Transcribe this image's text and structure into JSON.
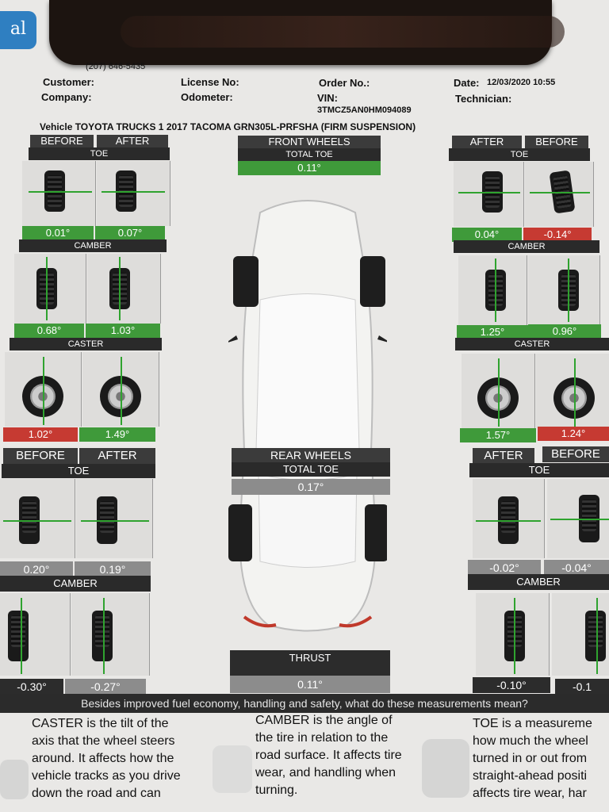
{
  "header": {
    "phone": "(207) 646-5435",
    "customer_label": "Customer:",
    "company_label": "Company:",
    "license_label": "License No:",
    "odometer_label": "Odometer:",
    "order_label": "Order No.:",
    "vin_label": "VIN:",
    "vin_value": "3TMCZ5AN0HM094089",
    "date_label": "Date:",
    "date_value": "12/03/2020 10:55",
    "technician_label": "Technician:",
    "vehicle": "Vehicle TOYOTA TRUCKS 1 2017 TACOMA GRN305L-PRFSHA (FIRM SUSPENSION)"
  },
  "front": {
    "title": "FRONT WHEELS",
    "total_toe_label": "TOTAL TOE",
    "total_toe": "0.11°",
    "left": {
      "before_label": "BEFORE",
      "after_label": "AFTER",
      "toe_label": "TOE",
      "toe_before": "0.01°",
      "toe_after": "0.07°",
      "camber_label": "CAMBER",
      "camber_before": "0.68°",
      "camber_after": "1.03°",
      "caster_label": "CASTER",
      "caster_before": "1.02°",
      "caster_after": "1.49°"
    },
    "right": {
      "after_label": "AFTER",
      "before_label": "BEFORE",
      "toe_label": "TOE",
      "toe_after": "0.04°",
      "toe_before": "-0.14°",
      "camber_label": "CAMBER",
      "camber_after": "1.25°",
      "camber_before": "0.96°",
      "caster_label": "CASTER",
      "caster_after": "1.57°",
      "caster_before": "1.24°"
    }
  },
  "rear": {
    "title": "REAR WHEELS",
    "total_toe_label": "TOTAL TOE",
    "total_toe": "0.17°",
    "thrust_label": "THRUST",
    "thrust": "0.11°",
    "left": {
      "before_label": "BEFORE",
      "after_label": "AFTER",
      "toe_label": "TOE",
      "toe_before": "0.20°",
      "toe_after": "0.19°",
      "camber_label": "CAMBER",
      "camber_before": "-0.30°",
      "camber_after": "-0.27°"
    },
    "right": {
      "after_label": "AFTER",
      "before_label": "BEFORE",
      "toe_label": "TOE",
      "toe_after": "-0.02°",
      "toe_before": "-0.04°",
      "camber_label": "CAMBER",
      "camber_after": "-0.10°",
      "camber_before": "-0.1"
    }
  },
  "footer": {
    "question": "Besides improved fuel economy, handling and safety, what do these measurements mean?",
    "caster": [
      "CASTER is the tilt of the",
      "axis that the wheel steers",
      "around. It affects how the",
      "vehicle tracks as you drive",
      "down the road and can"
    ],
    "camber": [
      "CAMBER is the angle of",
      "the tire in relation to the",
      "road surface. It affects tire",
      "wear, and handling when",
      "turning."
    ],
    "toe": [
      "TOE is a measureme",
      "how much the wheel",
      "turned in or out from",
      "straight-ahead positi",
      "affects tire wear, har"
    ]
  },
  "colors": {
    "good": "#3f9a3a",
    "bad": "#c63a32",
    "neutral": "#8c8c8c",
    "bar": "#3b3b3b"
  }
}
